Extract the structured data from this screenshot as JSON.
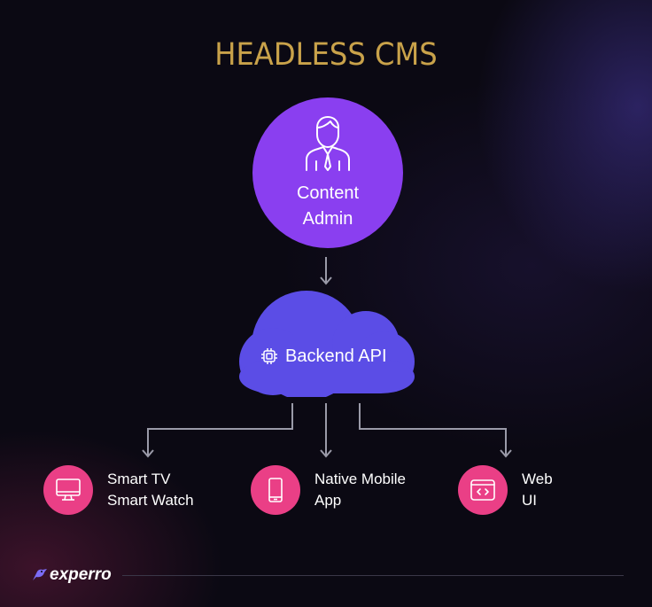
{
  "title": "HEADLESS CMS",
  "admin": {
    "line1": "Content",
    "line2": "Admin",
    "icon": "user-icon"
  },
  "api": {
    "label": "Backend API",
    "icon": "chip-icon"
  },
  "nodes": [
    {
      "line1": "Smart TV",
      "line2": "Smart Watch",
      "icon": "monitor-icon"
    },
    {
      "line1": "Native Mobile",
      "line2": "App",
      "icon": "mobile-icon"
    },
    {
      "line1": "Web",
      "line2": "UI",
      "icon": "browser-code-icon"
    }
  ],
  "brand": {
    "name": "experro",
    "icon": "bird-logo-icon"
  },
  "colors": {
    "title": "#c9a24a",
    "admin_circle": "#8a3ff0",
    "cloud": "#5b4de6",
    "node_circle": "#ea3f86",
    "connector": "#9a9aa8",
    "background": "#0b0913"
  }
}
